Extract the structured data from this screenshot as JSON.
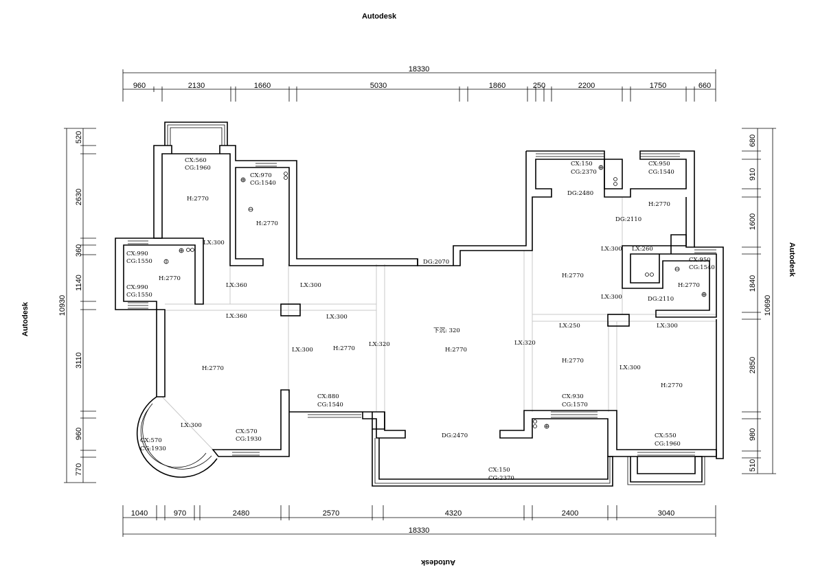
{
  "watermarks": {
    "top": "Autodesk",
    "bottom": "Autodesk",
    "left": "Autodesk",
    "right": "Autodesk"
  },
  "dimensions": {
    "top_total": "18330",
    "top": [
      "960",
      "2130",
      "1660",
      "5030",
      "1860",
      "250",
      "2200",
      "1750",
      "660"
    ],
    "bottom_total": "18330",
    "bottom": [
      "1040",
      "970",
      "2480",
      "2570",
      "4320",
      "2400",
      "3040"
    ],
    "left_total": "10930",
    "left": [
      "520",
      "2630",
      "360",
      "1140",
      "3110",
      "960",
      "770"
    ],
    "right_total": "10690",
    "right": [
      "680",
      "910",
      "1600",
      "1840",
      "2850",
      "980",
      "510"
    ]
  },
  "labels": {
    "r1_cx": "CX:560",
    "r1_cg": "CG:1960",
    "r1_h": "H:2770",
    "r2_cx": "CX:970",
    "r2_cg": "CG:1540",
    "r2_h": "H:2770",
    "r3_cx1": "CX:990",
    "r3_cg1": "CG:1550",
    "r3_h": "H:2770",
    "r3_cx2": "CX:990",
    "r3_cg2": "CG:1550",
    "lx300_a": "LX:300",
    "lx360_a": "LX:360",
    "lx300_b": "LX:300",
    "lx360_b": "LX:360",
    "lx300_c": "LX:300",
    "dg2070": "DG:2070",
    "sunken": "下沉: 320",
    "lx320_a": "LX:320",
    "lx320_b": "LX:320",
    "lx300_d": "LX:300",
    "h_left": "H:2770",
    "h_center_left": "H:2770",
    "h_center": "H:2770",
    "lx300_e": "LX:300",
    "cx570_a": "CX:570",
    "cg1930_a": "CG:1930",
    "cx570_b": "CX:570",
    "cg1930_b": "CG:1930",
    "cx880": "CX:880",
    "cg1540_c": "CG:1540",
    "dg2470": "DG:2470",
    "cx150_b": "CX:150",
    "cg2370_b": "CG:2370",
    "cx150_a": "CX:150",
    "cg2370_a": "CG:2370",
    "dg2480": "DG:2480",
    "cx950_a": "CX:950",
    "cg1540_a": "CG:1540",
    "h_r_top": "H:2770",
    "dg2110_a": "DG:2110",
    "lx300_f": "LX:300",
    "lx260": "LX:260",
    "cx950_b": "CX:950",
    "cg1540_b": "CG:1540",
    "h_r_mid": "H:2770",
    "h_r_small": "H:2770",
    "lx300_g": "LX:300",
    "dg2110_b": "DG:2110",
    "lx250": "LX:250",
    "lx300_h": "LX:300",
    "h_r_center": "H:2770",
    "lx300_i": "LX:300",
    "h_r_right": "H:2770",
    "cx930": "CX:930",
    "cg1570": "CG:1570",
    "cx550": "CX:550",
    "cg1960": "CG:1960"
  }
}
